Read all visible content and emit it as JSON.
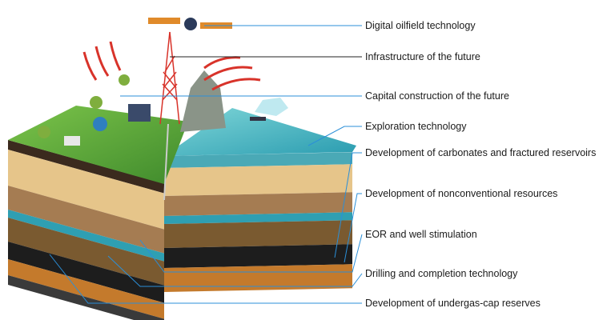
{
  "labels": [
    "Digital oilfield technology",
    "Infrastructure of the future",
    "Capital construction of the future",
    "Exploration technology",
    "Development of carbonates and fractured reservoirs",
    "Development of nonconventional resources",
    "EOR and well stimulation",
    "Drilling and completion technology",
    "Development of undergas-cap reserves"
  ],
  "colors": {
    "leader_blue": "#2b8fd8",
    "leader_black": "#222222",
    "grass": "#5aa43a",
    "water": "#3fb6c4",
    "sand": "#e6c58a",
    "rock_brown": "#a57c52",
    "teal_layer": "#2f9fb2",
    "earth": "#7a5a30",
    "black_layer": "#1d1d1d",
    "orange_layer": "#c47a2c",
    "tower_red": "#d8332a"
  }
}
